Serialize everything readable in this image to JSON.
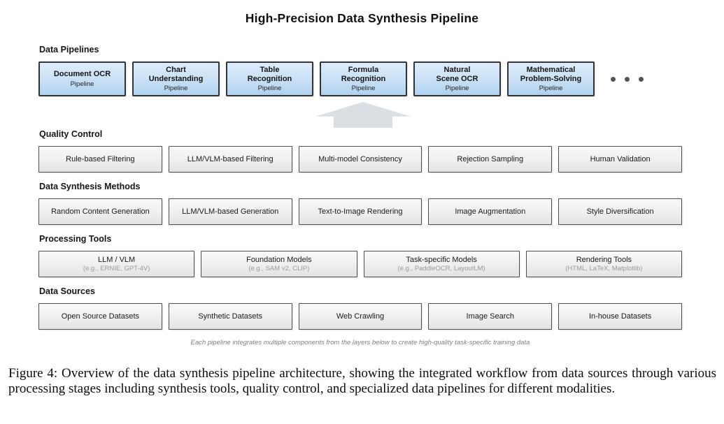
{
  "title": "High-Precision Data Synthesis Pipeline",
  "layers": {
    "pipelines": {
      "label": "Data Pipelines",
      "boxes": [
        {
          "title": "Document OCR",
          "subtitle": "Pipeline"
        },
        {
          "title": "Chart\nUnderstanding",
          "subtitle": "Pipeline"
        },
        {
          "title": "Table\nRecognition",
          "subtitle": "Pipeline"
        },
        {
          "title": "Formula\nRecognition",
          "subtitle": "Pipeline"
        },
        {
          "title": "Natural\nScene OCR",
          "subtitle": "Pipeline"
        },
        {
          "title": "Mathematical\nProblem-Solving",
          "subtitle": "Pipeline"
        }
      ]
    },
    "quality_control": {
      "label": "Quality Control",
      "boxes": [
        "Rule-based Filtering",
        "LLM/VLM-based Filtering",
        "Multi-model Consistency",
        "Rejection Sampling",
        "Human Validation"
      ]
    },
    "synthesis_methods": {
      "label": "Data Synthesis Methods",
      "boxes": [
        "Random Content Generation",
        "LLM/VLM-based Generation",
        "Text-to-Image Rendering",
        "Image Augmentation",
        "Style Diversification"
      ]
    },
    "processing_tools": {
      "label": "Processing Tools",
      "boxes": [
        {
          "title": "LLM / VLM",
          "subtitle": "(e.g., ERNIE, GPT-4V)"
        },
        {
          "title": "Foundation Models",
          "subtitle": "(e.g., SAM v2, CLIP)"
        },
        {
          "title": "Task-specific Models",
          "subtitle": "(e.g., PaddleOCR, LayoutLM)"
        },
        {
          "title": "Rendering Tools",
          "subtitle": "(HTML, LaTeX, Matplotlib)"
        }
      ]
    },
    "data_sources": {
      "label": "Data Sources",
      "boxes": [
        "Open Source Datasets",
        "Synthetic Datasets",
        "Web Crawling",
        "Image Search",
        "In-house Datasets"
      ]
    }
  },
  "note": "Each pipeline integrates multiple components from the layers below to create high-quality task-specific training data",
  "figure_caption": "Figure 4: Overview of the data synthesis pipeline architecture, showing the integrated workflow from data sources through various processing stages including synthesis tools, quality control, and specialized data pipelines for different modalities.",
  "colors": {
    "pipeline_box_top": "#ddecfc",
    "pipeline_box_bottom": "#afd2ef",
    "pipeline_border": "#333333",
    "gray_box_top": "#f9f9f9",
    "gray_box_bottom": "#e3e3e3",
    "gray_border": "#4d4d4d",
    "arrow": "#dadfe3",
    "dots": "#545454",
    "note_text": "#808080"
  }
}
